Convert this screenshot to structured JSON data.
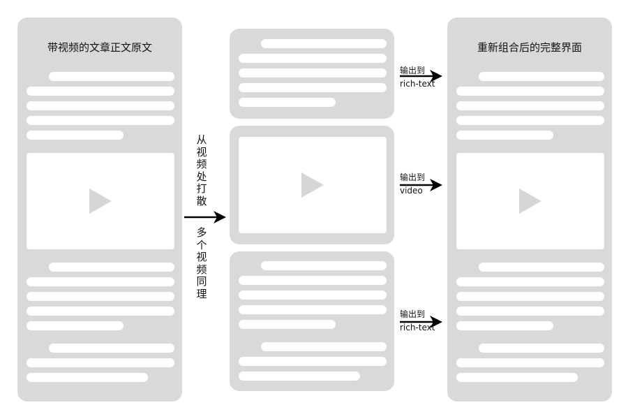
{
  "left_panel": {
    "title": "带视频的文章正文原文"
  },
  "right_panel": {
    "title": "重新组合后的完整界面"
  },
  "split_label_top": "从视频处打散",
  "split_label_bottom": "多个视频同理",
  "outputs": [
    {
      "line1": "输出到",
      "line2": "rich-text"
    },
    {
      "line1": "输出到",
      "line2": "video"
    },
    {
      "line1": "输出到",
      "line2": "rich-text"
    }
  ],
  "colors": {
    "panel": "#d9d9d9",
    "placeholder": "#ffffff",
    "play": "#d6d6d6",
    "arrow": "#000000"
  }
}
